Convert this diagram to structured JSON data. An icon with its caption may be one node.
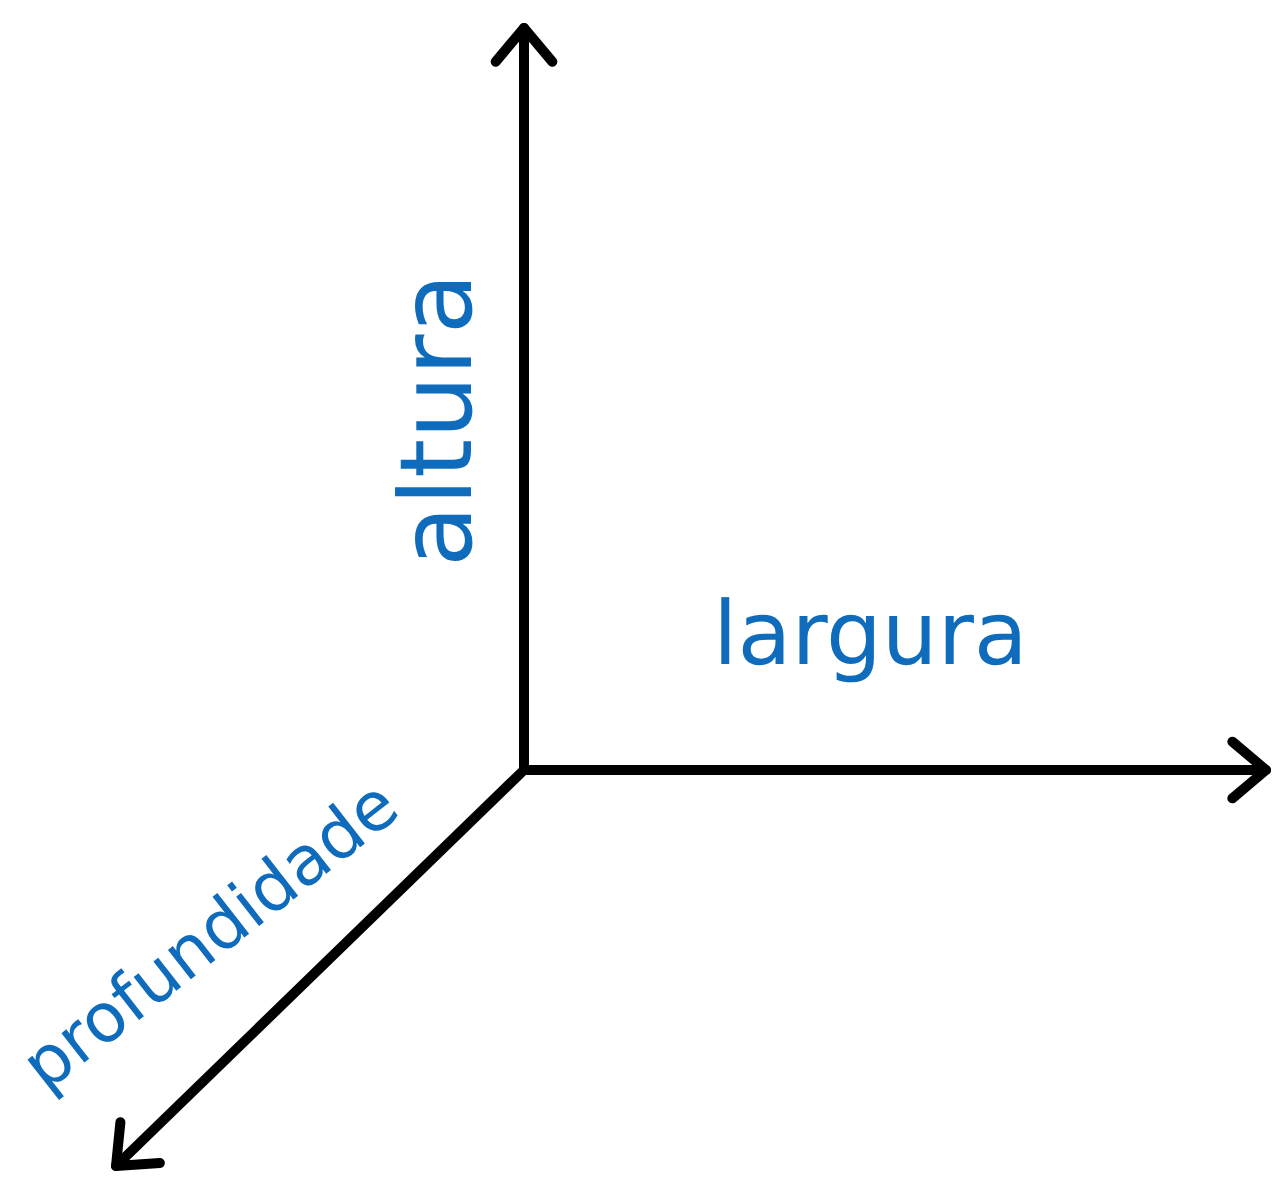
{
  "diagram": {
    "labels": [
      "altura",
      "largura",
      "profundidade"
    ]
  }
}
